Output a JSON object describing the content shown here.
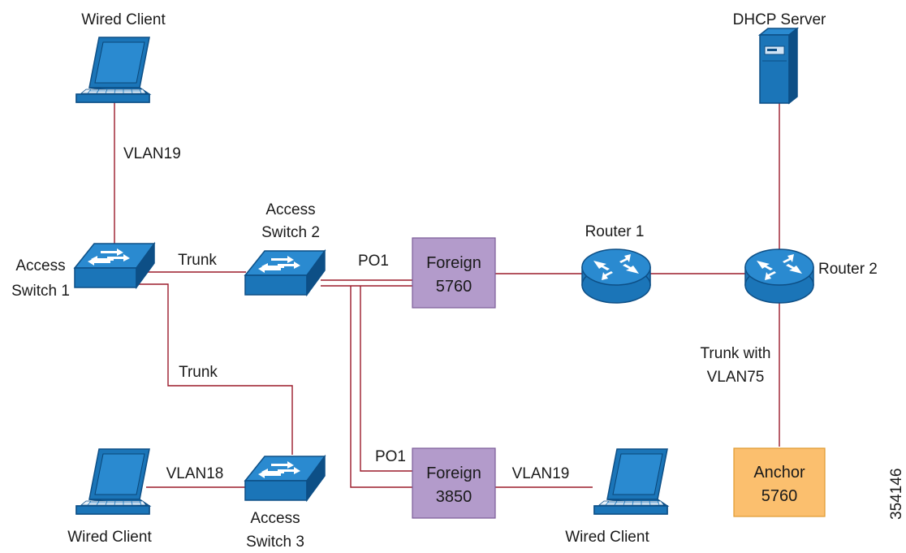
{
  "labels": {
    "wired_client_top": "Wired Client",
    "vlan19_top": "VLAN19",
    "access_switch_1_line1": "Access",
    "access_switch_1_line2": "Switch 1",
    "trunk_sw1_sw2": "Trunk",
    "access_switch_2_line1": "Access",
    "access_switch_2_line2": "Switch 2",
    "po1_top": "PO1",
    "foreign_5760_line1": "Foreign",
    "foreign_5760_line2": "5760",
    "router_1": "Router 1",
    "dhcp_server": "DHCP Server",
    "router_2": "Router 2",
    "trunk_sw1_sw3": "Trunk",
    "trunk_with_vlan75_line1": "Trunk with",
    "trunk_with_vlan75_line2": "VLAN75",
    "wired_client_left": "Wired Client",
    "vlan18": "VLAN18",
    "access_switch_3_line1": "Access",
    "access_switch_3_line2": "Switch 3",
    "po1_bottom": "PO1",
    "foreign_3850_line1": "Foreign",
    "foreign_3850_line2": "3850",
    "vlan19_bottom": "VLAN19",
    "wired_client_right": "Wired Client",
    "anchor_5760_line1": "Anchor",
    "anchor_5760_line2": "5760",
    "figure_id": "354146"
  },
  "colors": {
    "link": "#9b1b2a",
    "device_blue": "#1b75b8",
    "device_dark": "#0d4f86",
    "foreign_box": "#b39bcb",
    "anchor_box": "#fbbf6e"
  },
  "icons": {
    "laptop": "laptop-icon",
    "switch": "switch-icon",
    "router": "router-icon",
    "server": "server-icon"
  }
}
